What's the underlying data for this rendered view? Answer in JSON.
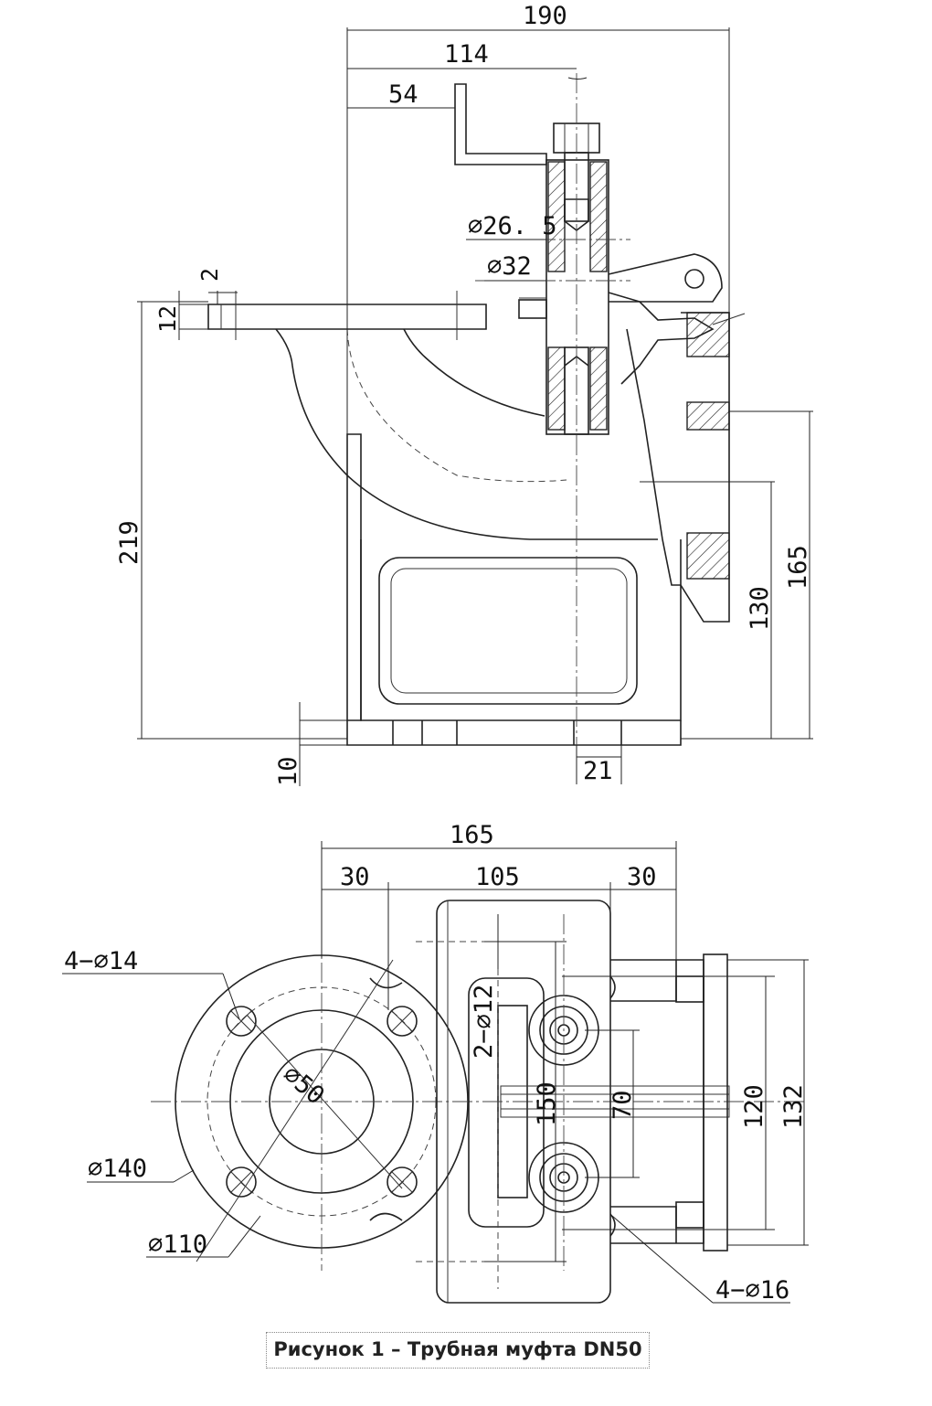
{
  "caption": "Рисунок 1 – Трубная муфта DN50",
  "side_view_dimensions": {
    "d190": "190",
    "d114": "114",
    "d54": "54",
    "d26_5": "⌀26. 5",
    "d32": "⌀32",
    "d2": "2",
    "d12": "12",
    "d219": "219",
    "d165": "165",
    "d130": "130",
    "d10": "10",
    "d21": "21"
  },
  "plan_view_dimensions": {
    "d165": "165",
    "d30_left": "30",
    "d105": "105",
    "d30_right": "30",
    "holes_14": "4−⌀14",
    "holes_12": "2−⌀12",
    "d50": "⌀50",
    "d140": "⌀140",
    "d110": "⌀110",
    "d150": "150",
    "d70": "70",
    "d120": "120",
    "d132": "132",
    "holes_16": "4−⌀16"
  },
  "colors": {
    "line": "#222222",
    "background": "#ffffff"
  }
}
